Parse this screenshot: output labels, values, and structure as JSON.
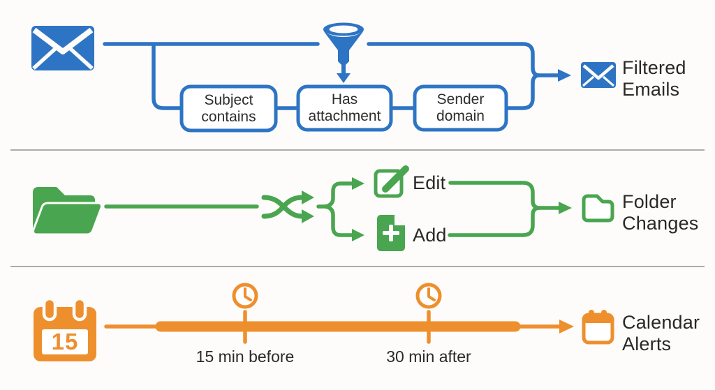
{
  "colors": {
    "blue": "#2e74c4",
    "green": "#4aa550",
    "orange": "#ee8f2e",
    "text": "#2b2b2b",
    "divider": "#ababab",
    "background": "#fdfcfa"
  },
  "icons": [
    "envelope-icon",
    "funnel-icon",
    "arrow-down-icon",
    "envelope-small-icon",
    "folder-icon",
    "shuffle-icon",
    "edit-icon",
    "add-document-icon",
    "folder-outline-icon",
    "calendar-icon",
    "clock-icon",
    "calendar-outline-icon",
    "arrow-right-icon"
  ],
  "rows": {
    "email_filter": {
      "conditions": [
        "Subject contains",
        "Has attachment",
        "Sender domain"
      ],
      "result_label": "Filtered Emails"
    },
    "folder": {
      "branches": [
        {
          "label": "Edit"
        },
        {
          "label": "Add"
        }
      ],
      "result_label": "Folder Changes"
    },
    "calendar": {
      "day": "15",
      "markers": [
        {
          "label": "15 min before"
        },
        {
          "label": "30 min after"
        }
      ],
      "result_label": "Calendar Alerts"
    }
  }
}
